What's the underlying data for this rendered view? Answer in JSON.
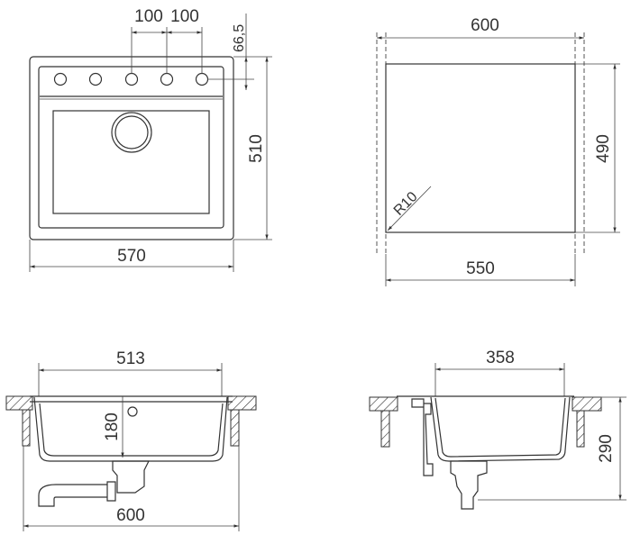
{
  "top_view": {
    "tap_spacing_1": "100",
    "tap_spacing_2": "100",
    "tap_offset": "66,5",
    "depth": "510",
    "width": "570"
  },
  "cutout_view": {
    "outer_width": "600",
    "depth": "490",
    "inner_width": "550",
    "corner_radius": "R10"
  },
  "front_section": {
    "bowl_width": "513",
    "bowl_depth": "180",
    "overall_width": "600"
  },
  "side_section": {
    "bowl_width": "358",
    "overall_depth": "290"
  }
}
